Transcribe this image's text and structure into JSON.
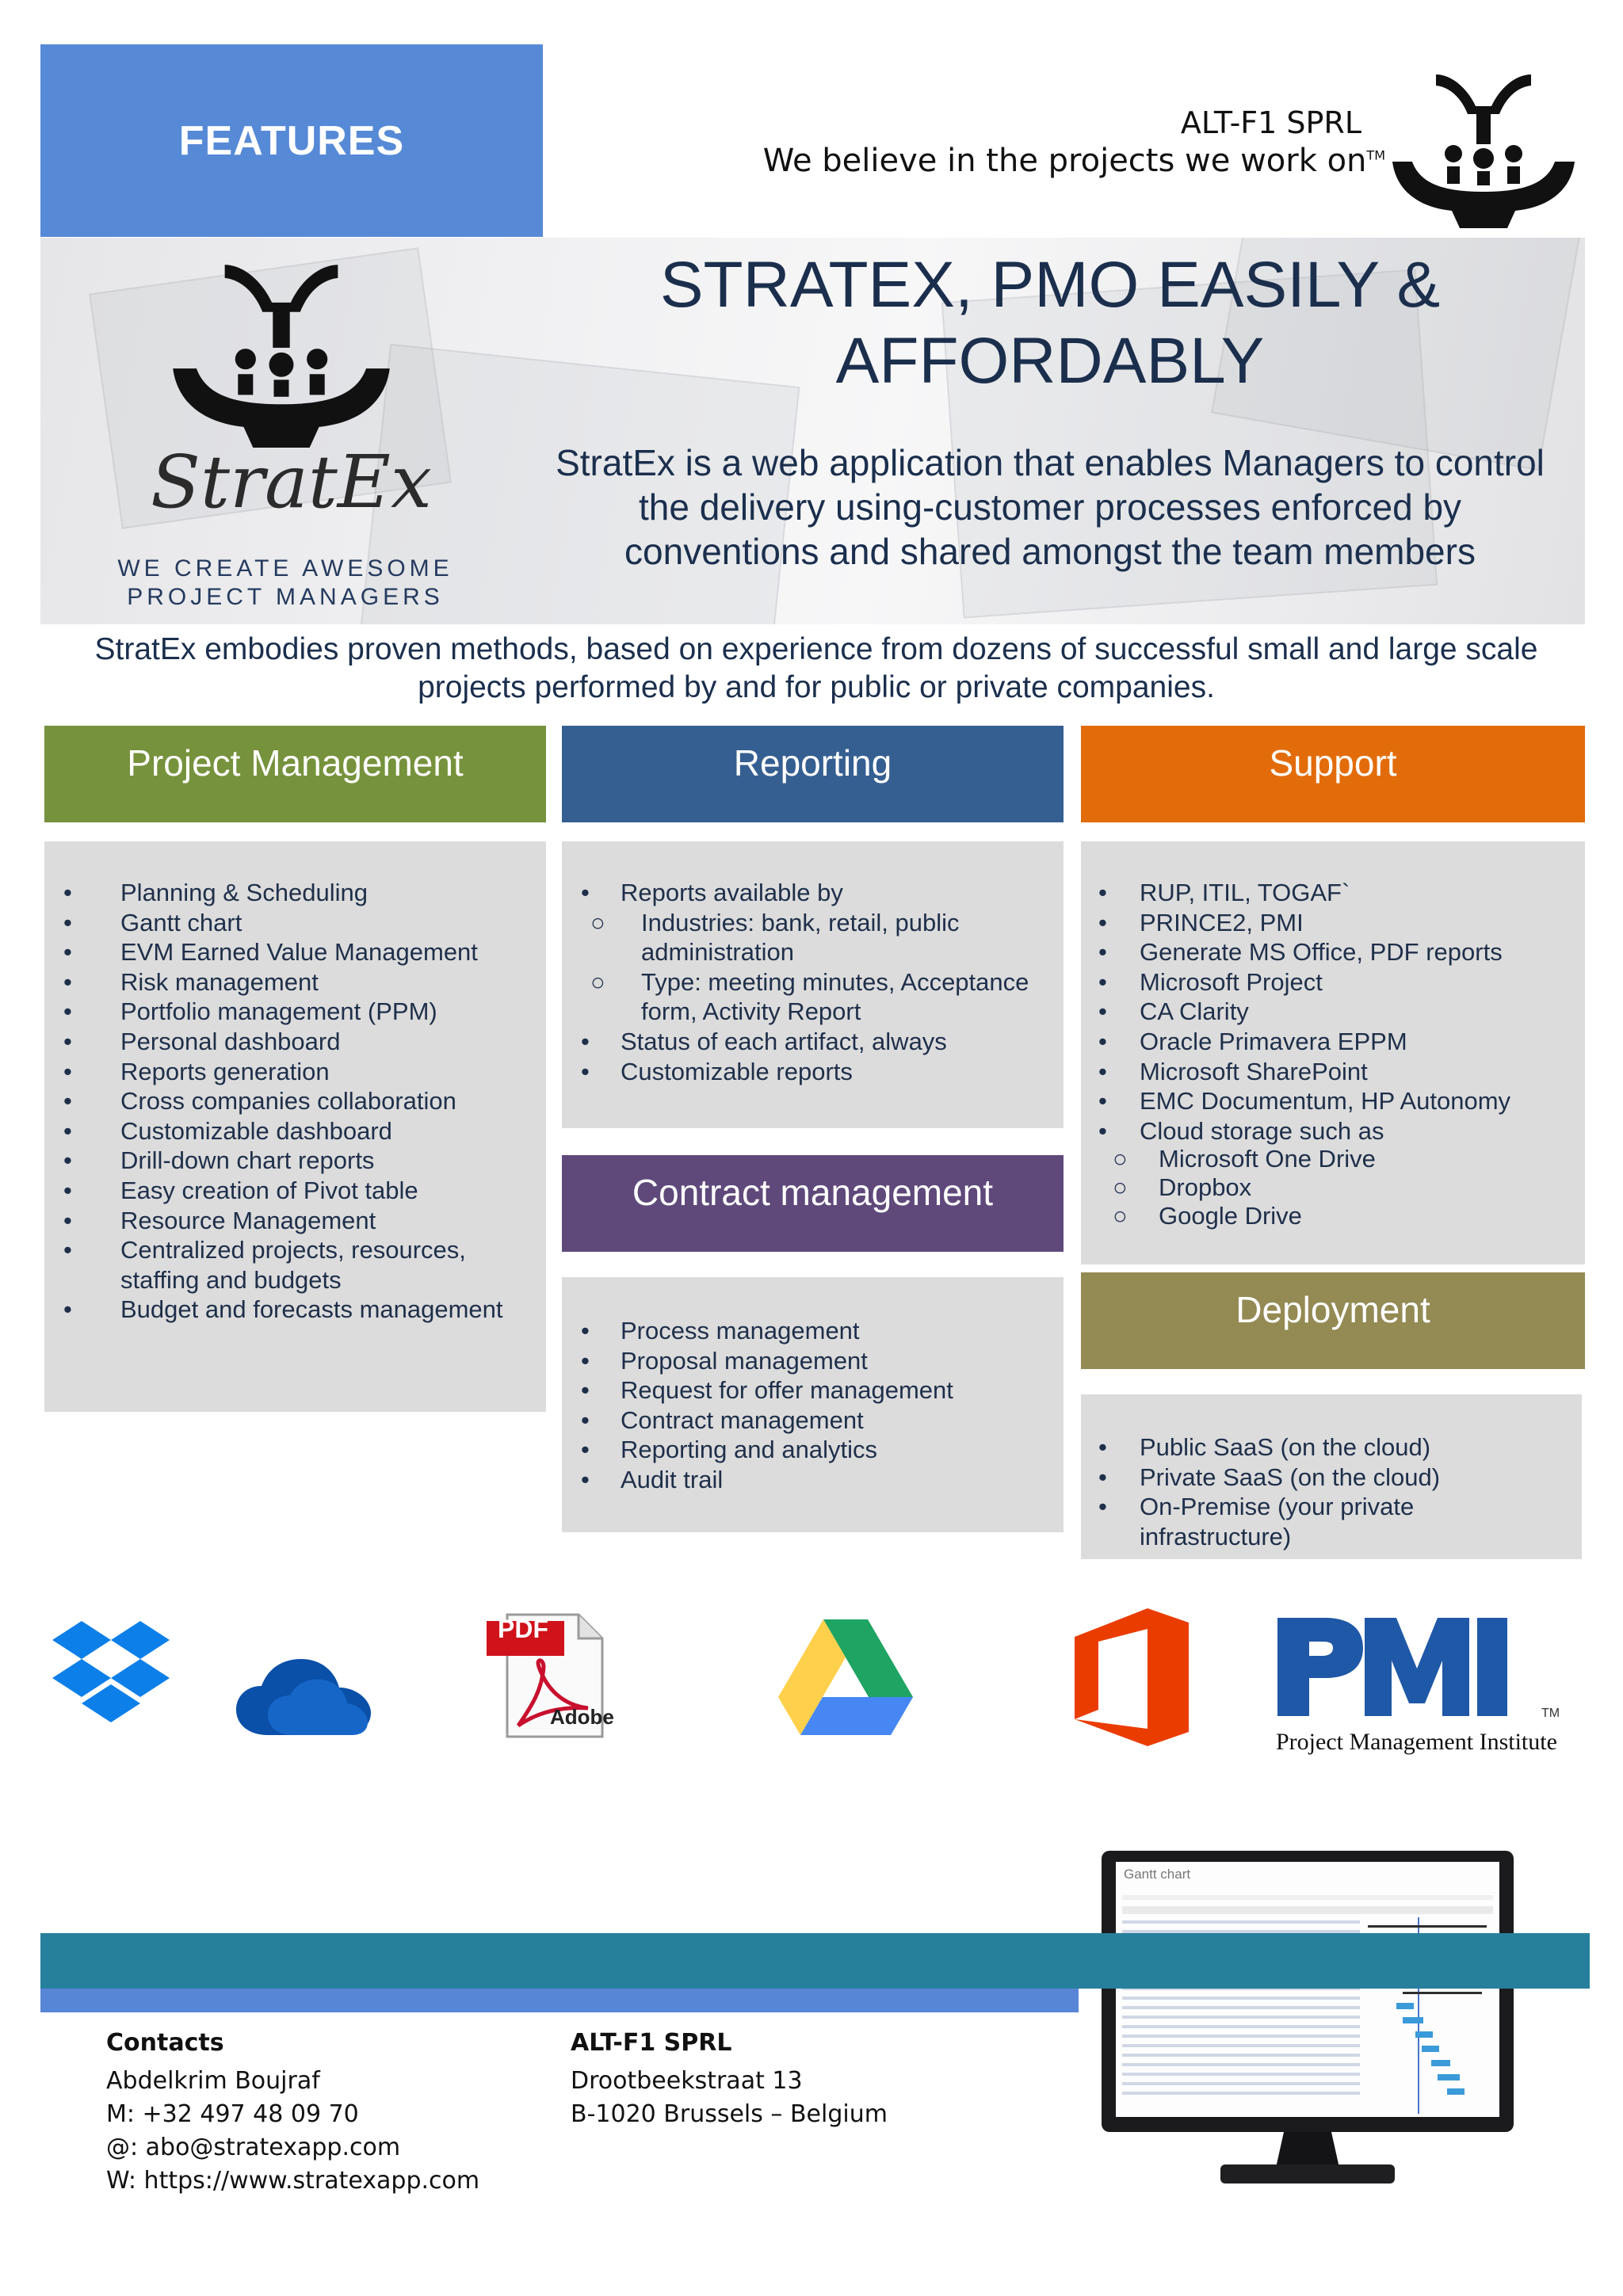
{
  "header": {
    "features_label": "FEATURES",
    "company_name": "ALT-F1 SPRL",
    "tagline": "We believe in the projects we work on",
    "tagline_mark": "TM"
  },
  "banner": {
    "title": "STRATEX, PMO EASILY & AFFORDABLY",
    "description": "StratEx is a web application that enables Managers to control the delivery using-customer processes enforced by conventions and shared amongst the team members",
    "logo_word": "StratEx",
    "motto_line1": "WE CREATE AWESOME",
    "motto_line2": "PROJECT MANAGERS"
  },
  "intro": "StratEx embodies proven methods, based on experience from dozens of successful small and large scale projects performed by and for public or private companies.",
  "colors": {
    "features": "#568ad6",
    "project_management": "#76923c",
    "reporting": "#365f91",
    "support": "#e36c0a",
    "contract_management": "#5f497a",
    "deployment": "#948a54",
    "body_gray": "#dcdcdc",
    "teal_bar": "#26809c",
    "blue_bar": "#5886d6"
  },
  "sections": {
    "project_management": {
      "title": "Project Management",
      "items": [
        "Planning & Scheduling",
        "Gantt chart",
        "EVM Earned Value Management",
        "Risk management",
        "Portfolio management (PPM)",
        "Personal dashboard",
        "Reports generation",
        "Cross companies collaboration",
        "Customizable dashboard",
        "Drill-down chart reports",
        "Easy creation of Pivot table",
        "Resource Management",
        "Centralized projects, resources, staffing and budgets",
        "Budget and forecasts management"
      ]
    },
    "reporting": {
      "title": "Reporting",
      "items": [
        "Reports available by",
        "Industries: bank, retail, public administration",
        "Type: meeting minutes, Acceptance form, Activity Report",
        "Status of each artifact, always",
        "Customizable reports"
      ]
    },
    "support": {
      "title": "Support",
      "items": [
        "RUP, ITIL, TOGAF`",
        "PRINCE2, PMI",
        "Generate MS Office, PDF reports",
        "Microsoft Project",
        "CA Clarity",
        "Oracle Primavera EPPM",
        "Microsoft SharePoint",
        "EMC Documentum, HP Autonomy",
        "Cloud storage such as",
        "Microsoft One Drive",
        "Dropbox",
        "Google Drive"
      ]
    },
    "contract_management": {
      "title": "Contract management",
      "items": [
        "Process management",
        "Proposal management",
        "Request for offer management",
        "Contract management",
        "Reporting and analytics",
        "Audit trail"
      ]
    },
    "deployment": {
      "title": "Deployment",
      "items": [
        "Public SaaS (on the cloud)",
        "Private SaaS (on the cloud)",
        "On-Premise (your private infrastructure)"
      ]
    }
  },
  "logos": {
    "pdf_label": "PDF",
    "adobe_label": "Adobe",
    "pmi_letters": "PMI",
    "pmi_name": "Project Management Institute",
    "pmi_mark": "TM",
    "icons": [
      "dropbox-icon",
      "onedrive-icon",
      "pdf-icon",
      "google-drive-icon",
      "office-icon",
      "pmi-logo"
    ]
  },
  "screenshot": {
    "title": "Gantt chart"
  },
  "footer": {
    "contacts_heading": "Contacts",
    "contact_name": "Abdelkrim Boujraf",
    "contact_mobile": "M: +32 497 48 09 70",
    "contact_email": "@: abo@stratexapp.com",
    "contact_web": "W: https://www.stratexapp.com",
    "company_heading": "ALT-F1 SPRL",
    "address_line1": "Drootbeekstraat 13",
    "address_line2": "B-1020 Brussels – Belgium"
  }
}
